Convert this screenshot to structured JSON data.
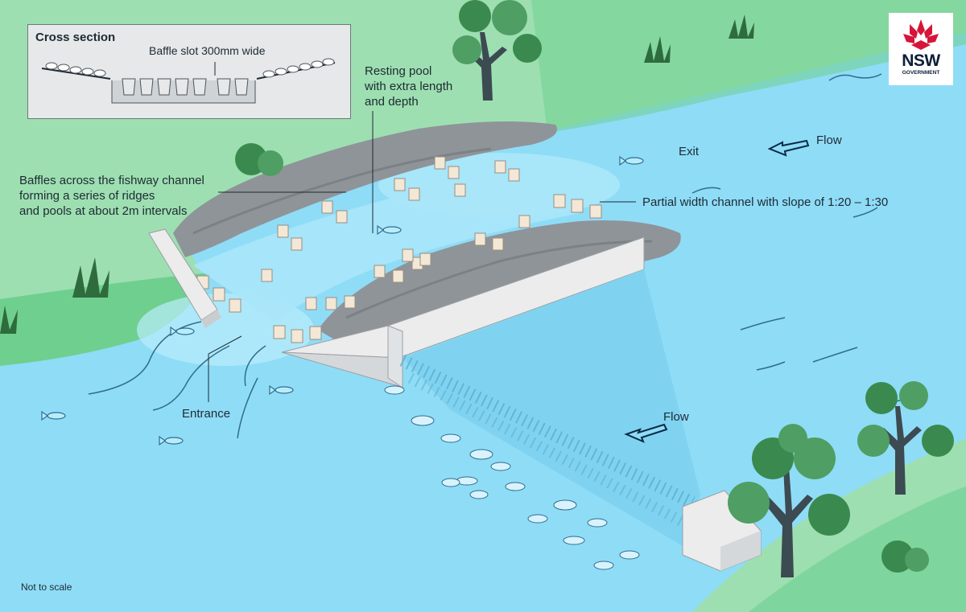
{
  "inset": {
    "title": "Cross section",
    "slot_label": "Baffle slot 300mm wide"
  },
  "labels": {
    "resting_pool": "Resting pool\nwith extra length\nand depth",
    "baffles": "Baffles across the fishway channel\nforming a series of ridges\nand pools at about 2m intervals",
    "exit": "Exit",
    "flow_top": "Flow",
    "partial_channel": "Partial width channel with slope of 1:20 – 1:30",
    "flow_bottom": "Flow",
    "entrance": "Entrance"
  },
  "logo": {
    "main": "NSW",
    "sub": "GOVERNMENT"
  },
  "footer": {
    "note": "Not to scale"
  },
  "colors": {
    "water": "#8fdcf7",
    "bank_light": "#9ddfb1",
    "bank_mid": "#6fcf8f",
    "rock": "#8f9499",
    "concrete": "#ececec",
    "text": "#1e2a33",
    "logo_red": "#d7153a",
    "logo_navy": "#0b1f3a"
  },
  "icons": [
    "waratah-logo-icon",
    "flow-arrow-icon",
    "fish-icon",
    "tree-icon",
    "grass-icon",
    "bush-icon"
  ]
}
